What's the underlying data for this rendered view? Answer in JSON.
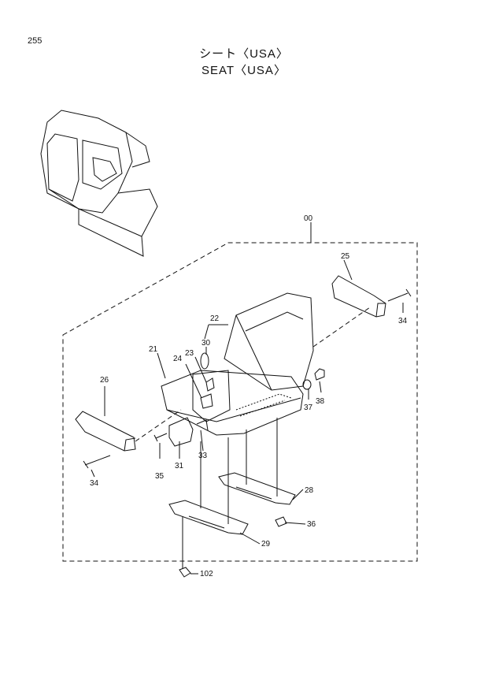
{
  "page_number": "255",
  "title_jp": "シート〈USA〉",
  "title_en": "SEAT〈USA〉",
  "labels": {
    "assembly": "00",
    "armrest_right": "25",
    "bolt_right": "34",
    "back": "22",
    "lever_30": "30",
    "knob_23": "23",
    "part_24": "24",
    "cushion": "21",
    "armrest_left": "26",
    "washer_37": "37",
    "bolt_38": "38",
    "cover_31": "31",
    "part_33": "33",
    "screw_35": "35",
    "bolt_left": "34",
    "rail_28": "28",
    "nut_36": "36",
    "rail_29": "29",
    "nut_102": "102"
  }
}
